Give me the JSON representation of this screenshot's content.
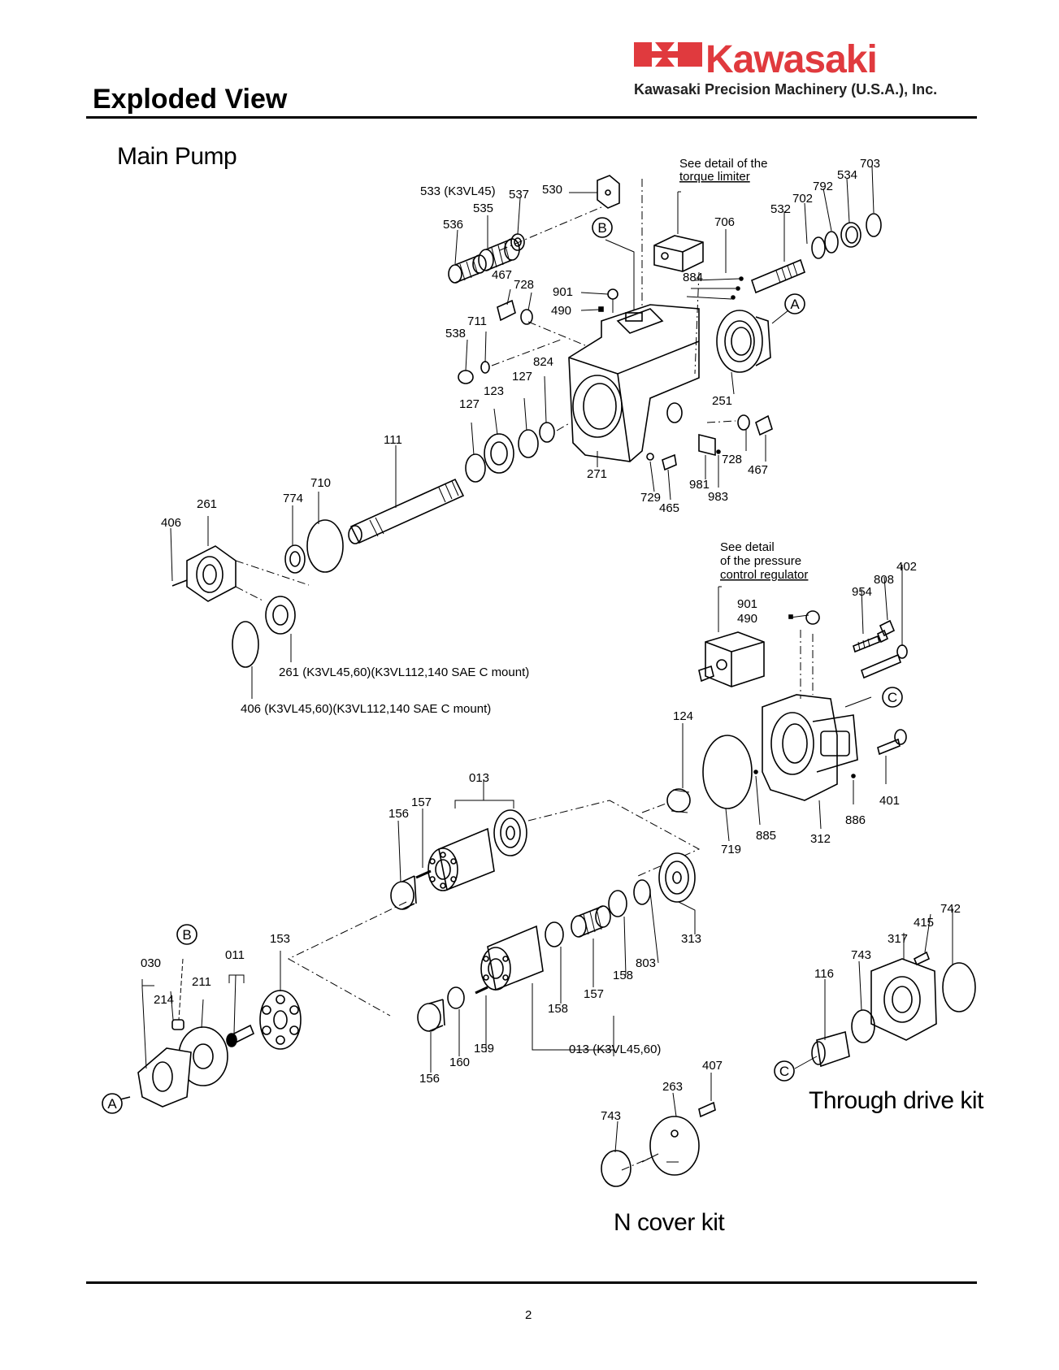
{
  "header": {
    "title": "Exploded View",
    "brand_name": "Kawasaki",
    "company": "Kawasaki Precision Machinery (U.S.A.), Inc.",
    "brand_color": "#e03a3e"
  },
  "sections": {
    "main_pump": "Main Pump",
    "through_drive": "Through drive kit",
    "n_cover": "N cover kit"
  },
  "notes": {
    "torque_1": "See detail of the",
    "torque_2": "torque limiter",
    "pressure_1": "See detail",
    "pressure_2": "of the pressure",
    "pressure_3": "control regulator",
    "n261": "261 (K3VL45,60)(K3VL112,140 SAE C mount)",
    "n406": "406 (K3VL45,60)(K3VL112,140 SAE C mount)",
    "n013b": "013 (K3VL45,60)",
    "n533": "533 (K3VL45)"
  },
  "connectors": {
    "a": "A",
    "b": "B",
    "c": "C"
  },
  "parts": {
    "p703": "703",
    "p534": "534",
    "p792": "792",
    "p702": "702",
    "p532": "532",
    "p706": "706",
    "p884": "884",
    "p530": "530",
    "p537": "537",
    "p535": "535",
    "p536": "536",
    "p467": "467",
    "p728": "728",
    "p901": "901",
    "p490": "490",
    "p711": "711",
    "p538": "538",
    "p824": "824",
    "p127": "127",
    "p123": "123",
    "p251": "251",
    "p111": "111",
    "p271": "271",
    "p729": "729",
    "p465": "465",
    "p981": "981",
    "p983": "983",
    "p710": "710",
    "p774": "774",
    "p261": "261",
    "p406": "406",
    "p402": "402",
    "p808": "808",
    "p954": "954",
    "p124": "124",
    "p401": "401",
    "p885": "885",
    "p312": "312",
    "p886": "886",
    "p719": "719",
    "p013": "013",
    "p157": "157",
    "p156": "156",
    "p313": "313",
    "p803": "803",
    "p158": "158",
    "p153": "153",
    "p011": "011",
    "p030": "030",
    "p214": "214",
    "p211": "211",
    "p159": "159",
    "p160": "160",
    "p742": "742",
    "p415": "415",
    "p317": "317",
    "p743": "743",
    "p116": "116",
    "p407": "407",
    "p263": "263"
  },
  "footer": {
    "page_number": "2"
  }
}
